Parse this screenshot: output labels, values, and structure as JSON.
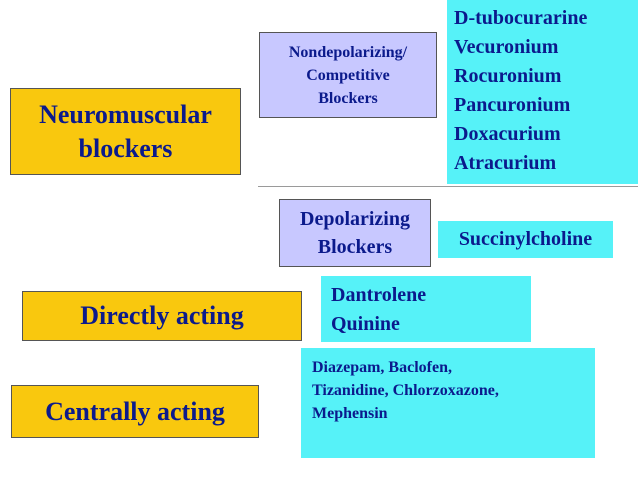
{
  "categories": {
    "neuromuscular": [
      "Neuromuscular",
      "blockers"
    ],
    "directly": "Directly acting",
    "centrally": "Centrally acting"
  },
  "nondepolarizing": {
    "label": [
      "Nondepolarizing/",
      "Competitive",
      "Blockers"
    ],
    "drugs": [
      "D-tubocurarine",
      "Vecuronium",
      "Rocuronium",
      "Pancuronium",
      "Doxacurium",
      "Atracurium"
    ]
  },
  "depolarizing": {
    "label": [
      "Depolarizing",
      "Blockers"
    ],
    "drug": "Succinylcholine"
  },
  "direct_drugs": [
    "Dantrolene",
    "Quinine"
  ],
  "central_drugs": [
    "Diazepam, Baclofen,",
    "Tizanidine, Chlorzoxazone,",
    "Mephensin"
  ],
  "colors": {
    "gold": "#f9c80e",
    "lavender": "#c8c8ff",
    "cyan": "#56f2f8",
    "text": "#0b1a8c"
  }
}
